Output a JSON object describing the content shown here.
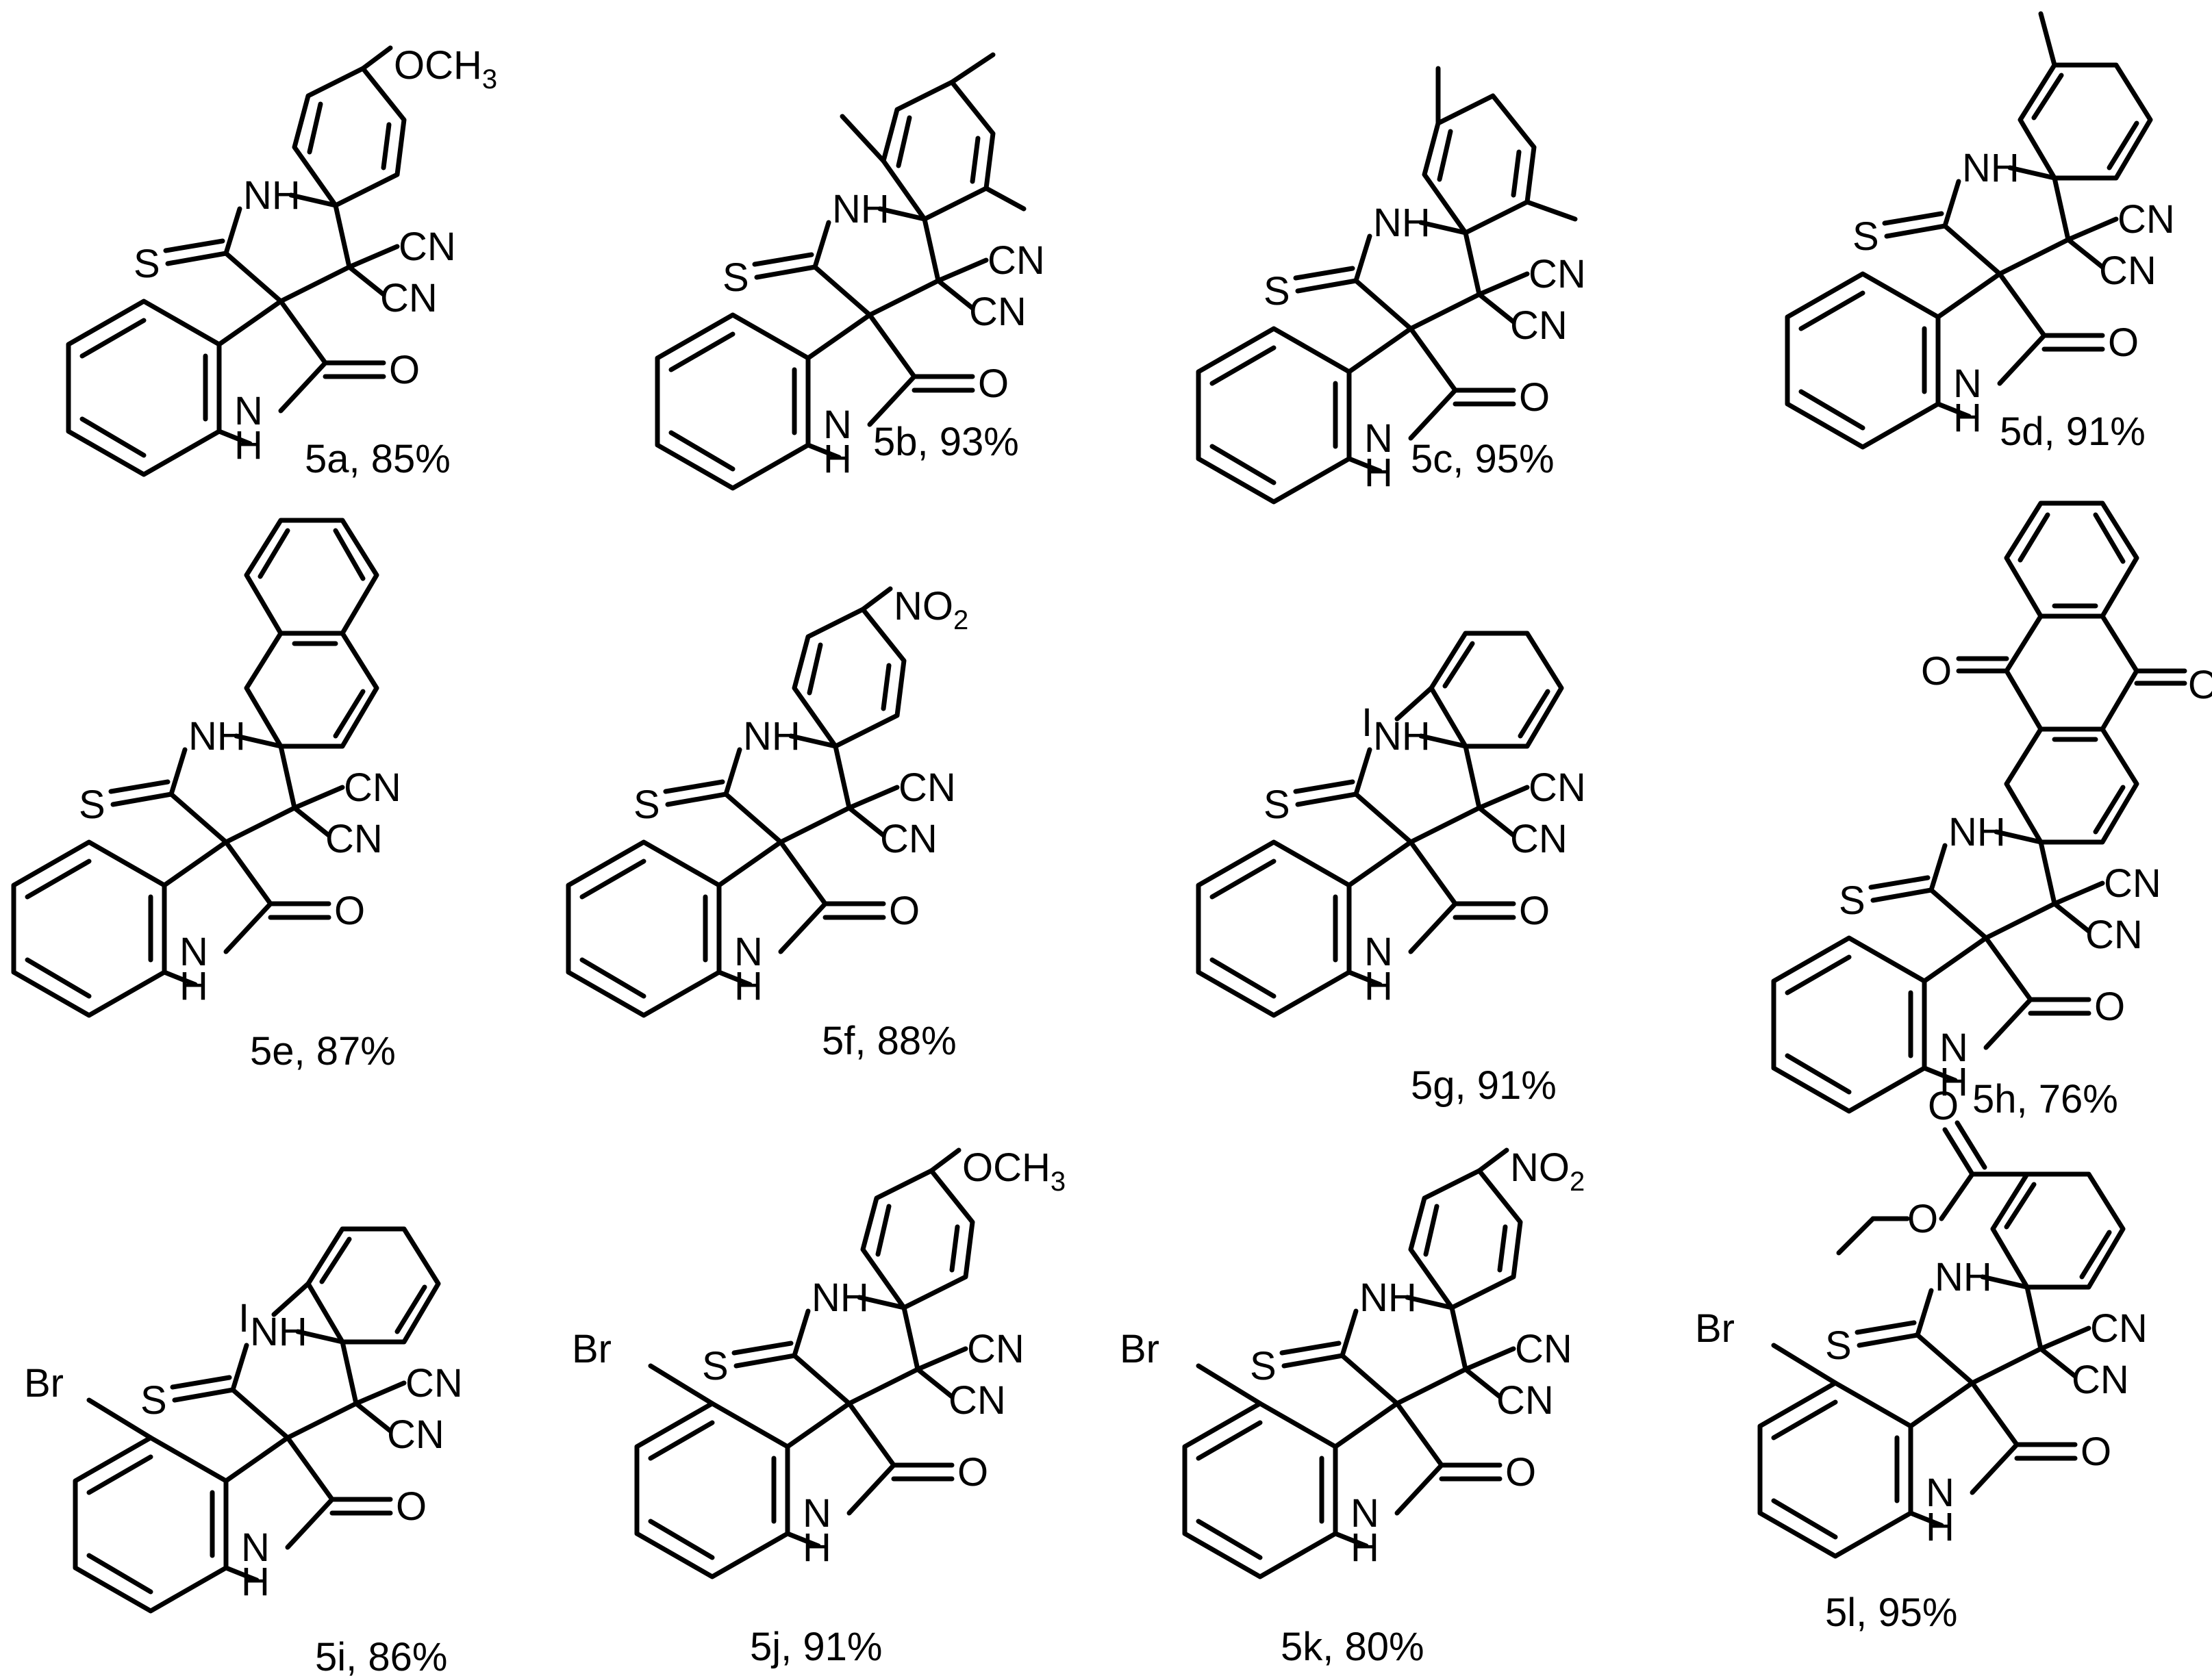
{
  "compounds": [
    {
      "id": "5a",
      "label": "5a, 85%",
      "substituent": "OCH3",
      "bromo": false
    },
    {
      "id": "5b",
      "label": "5b, 93%",
      "substituent": "",
      "bromo": false
    },
    {
      "id": "5c",
      "label": "5c, 95%",
      "substituent": "",
      "bromo": false
    },
    {
      "id": "5d",
      "label": "5d, 91%",
      "substituent": "",
      "bromo": false
    },
    {
      "id": "5e",
      "label": "5e, 87%",
      "substituent": "",
      "bromo": false
    },
    {
      "id": "5f",
      "label": "5f, 88%",
      "substituent": "NO2",
      "bromo": false
    },
    {
      "id": "5g",
      "label": "5g, 91%",
      "substituent": "I",
      "bromo": false
    },
    {
      "id": "5h",
      "label": "5h, 76%",
      "substituent": "",
      "bromo": false
    },
    {
      "id": "5i",
      "label": "5i, 86%",
      "substituent": "I",
      "bromo": true
    },
    {
      "id": "5j",
      "label": "5j, 91%",
      "substituent": "OCH3",
      "bromo": true
    },
    {
      "id": "5k",
      "label": "5k, 80%",
      "substituent": "NO2",
      "bromo": true
    },
    {
      "id": "5l",
      "label": "5l, 95%",
      "substituent": "",
      "bromo": true
    }
  ],
  "atoms": {
    "nh": "NH",
    "n": "N",
    "h": "H",
    "s": "S",
    "o": "O",
    "cn": "CN",
    "br": "Br",
    "i": "I",
    "och": "OCH",
    "no": "NO",
    "sub2": "2",
    "sub3": "3"
  }
}
